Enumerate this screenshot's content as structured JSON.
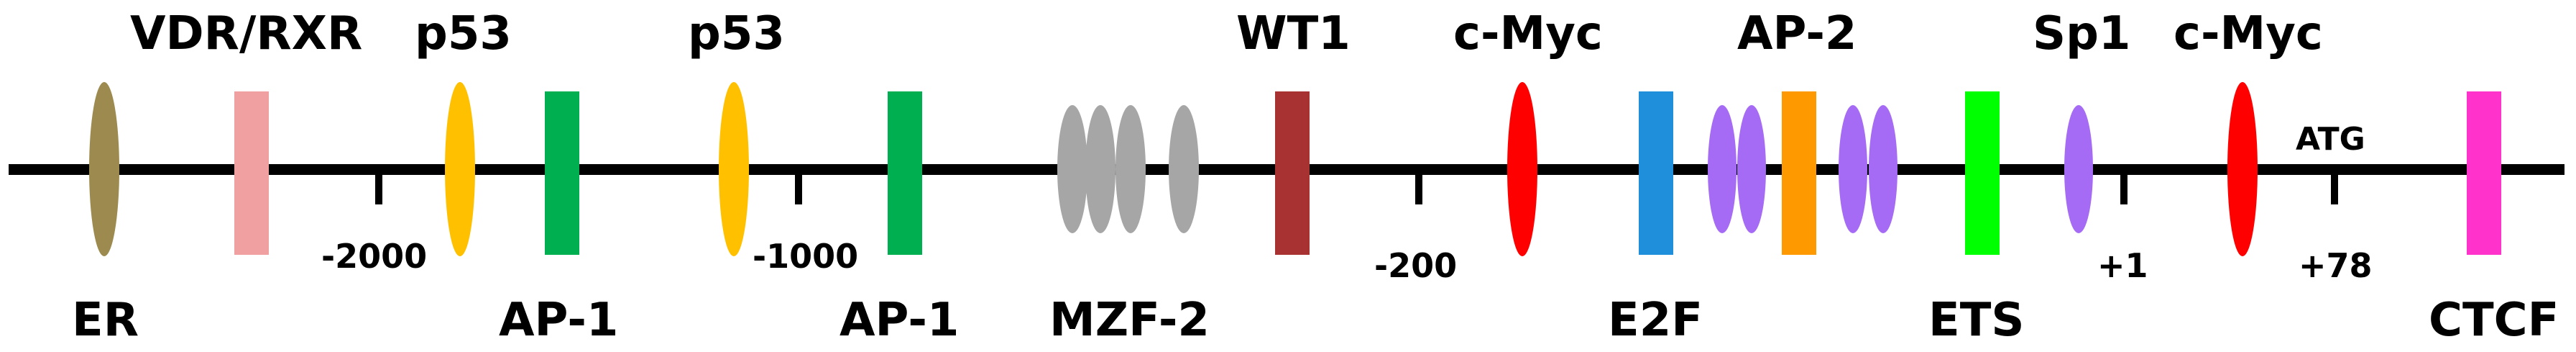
{
  "diagram": {
    "top_labels": [
      {
        "id": "vdr-rxr",
        "text": "VDR/RXR"
      },
      {
        "id": "p53-a",
        "text": "p53"
      },
      {
        "id": "p53-b",
        "text": "p53"
      },
      {
        "id": "wt1",
        "text": "WT1"
      },
      {
        "id": "c-myc-a",
        "text": "c-Myc"
      },
      {
        "id": "ap-2",
        "text": "AP-2"
      },
      {
        "id": "sp1",
        "text": "Sp1"
      },
      {
        "id": "c-myc-b",
        "text": "c-Myc"
      }
    ],
    "bottom_labels": [
      {
        "id": "er",
        "text": "ER"
      },
      {
        "id": "ap-1-a",
        "text": "AP-1"
      },
      {
        "id": "ap-1-b",
        "text": "AP-1"
      },
      {
        "id": "mzf-2",
        "text": "MZF-2"
      },
      {
        "id": "e2f",
        "text": "E2F"
      },
      {
        "id": "ets",
        "text": "ETS"
      },
      {
        "id": "ctcf",
        "text": "CTCF"
      }
    ],
    "position_labels": [
      {
        "id": "pos-2000",
        "text": "-2000"
      },
      {
        "id": "pos-1000",
        "text": "-1000"
      },
      {
        "id": "pos-200",
        "text": "-200"
      },
      {
        "id": "pos-plus1",
        "text": "+1"
      },
      {
        "id": "pos-plus78",
        "text": "+78"
      }
    ],
    "atg_label": "ATG",
    "colors": {
      "er": "#9C8A4E",
      "vdr_rxr": "#F0A0A0",
      "p53": "#FFC000",
      "ap_1": "#00B050",
      "mzf_2": "#A6A6A6",
      "wt1": "#A83232",
      "c_myc": "#FF0000",
      "e2f": "#1F8FDB",
      "ap_2_box": "#FF9900",
      "ap_2_ellipse": "#A56BF5",
      "ets": "#00FF00",
      "sp1": "#A56BF5",
      "ctcf": "#FF33CC",
      "line": "#000000"
    }
  }
}
